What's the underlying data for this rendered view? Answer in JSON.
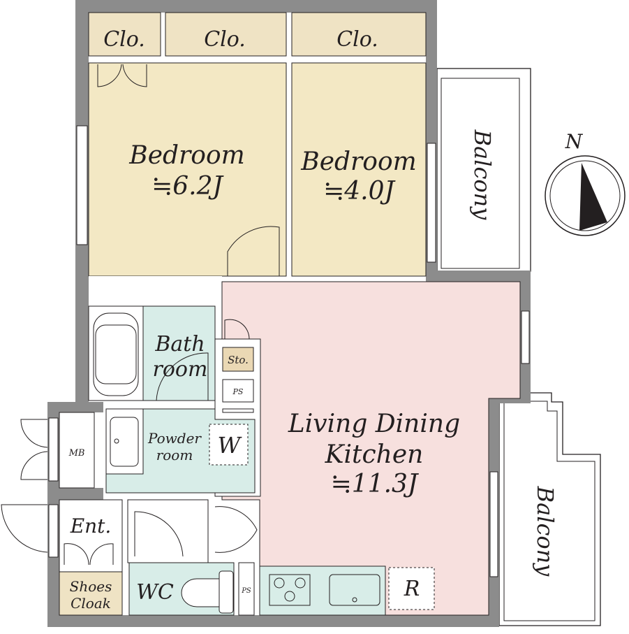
{
  "colors": {
    "wall": "#8c8c8c",
    "bedroom": "#f3e8c4",
    "closet": "#efe3c4",
    "living": "#f7e0de",
    "wet": "#d8ede8",
    "storage": "#ead8b4"
  },
  "rooms": {
    "closet_1": "Clo.",
    "closet_2": "Clo.",
    "closet_3": "Clo.",
    "bedroom_1": {
      "name": "Bedroom",
      "size": "≒6.2J"
    },
    "bedroom_2": {
      "name": "Bedroom",
      "size": "≒4.0J"
    },
    "balcony_upper": "Balcony",
    "balcony_lower": "Balcony",
    "ldk": {
      "line1": "Living Dining",
      "line2": "Kitchen",
      "size": "≒11.3J"
    },
    "bath": {
      "line1": "Bath",
      "line2": "room"
    },
    "storage": "Sto.",
    "ps_1": "PS",
    "ps_2": "PS",
    "powder": {
      "line1": "Powder",
      "line2": "room"
    },
    "washer": "W",
    "meter_box": "MB",
    "entrance": "Ent.",
    "shoes_cloak": {
      "line1": "Shoes",
      "line2": "Cloak"
    },
    "wc": "WC",
    "refrigerator": "R"
  },
  "compass": {
    "label": "N"
  }
}
